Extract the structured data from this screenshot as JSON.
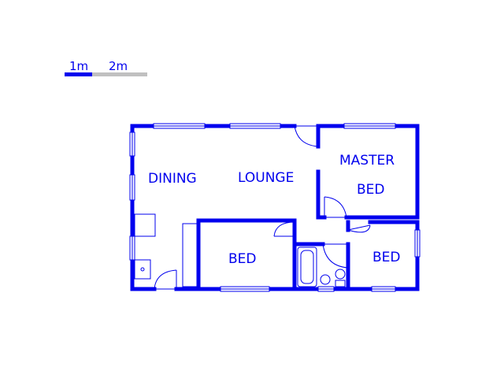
{
  "scale_bar": {
    "label_1": "1m",
    "label_2": "2m",
    "primary_color": "#0000ee",
    "secondary_color": "#c0c0c0"
  },
  "rooms": {
    "dining": "DINING",
    "lounge": "LOUNGE",
    "master_bed_line1": "MASTER",
    "master_bed_line2": "BED",
    "bed_left": "BED",
    "bed_right": "BED"
  },
  "colors": {
    "wall": "#0000ee",
    "background": "#ffffff"
  }
}
